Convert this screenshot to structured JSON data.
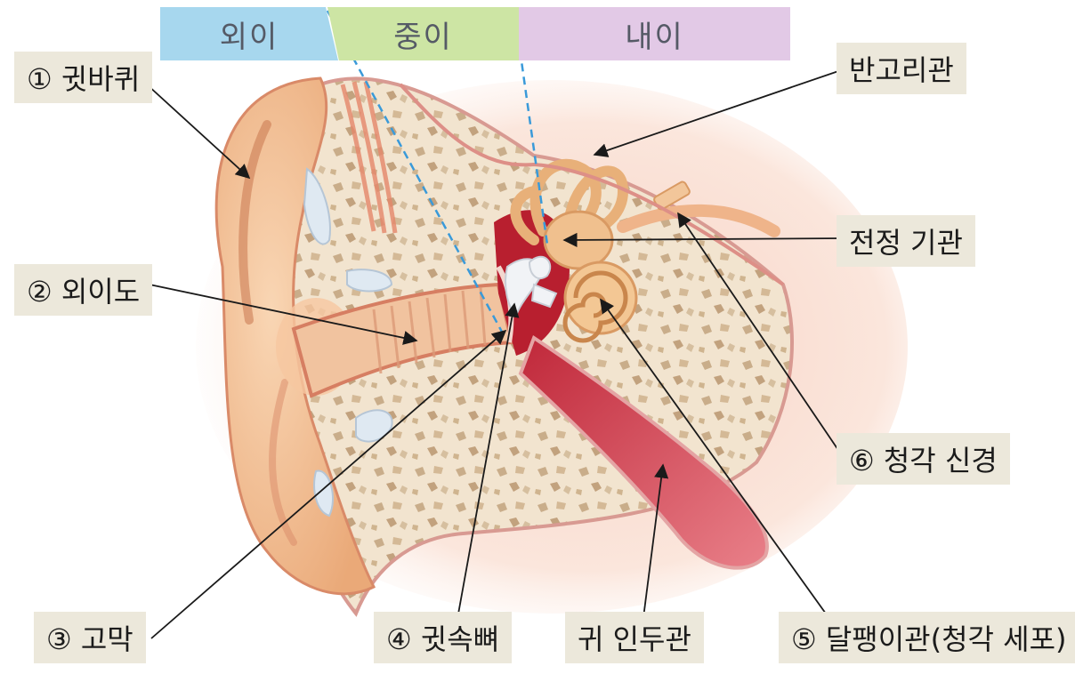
{
  "regions": {
    "outer_ear": "외이",
    "middle_ear": "중이",
    "inner_ear": "내이"
  },
  "labels": {
    "pinna": "① 귓바퀴",
    "ear_canal": "② 외이도",
    "eardrum": "③ 고막",
    "ossicles": "④ 귓속뼈",
    "eustachian_tube": "귀 인두관",
    "cochlea": "⑤ 달팽이관(청각 세포)",
    "auditory_nerve": "⑥ 청각 신경",
    "semicircular_canals": "반고리관",
    "vestibule": "전정 기관"
  }
}
